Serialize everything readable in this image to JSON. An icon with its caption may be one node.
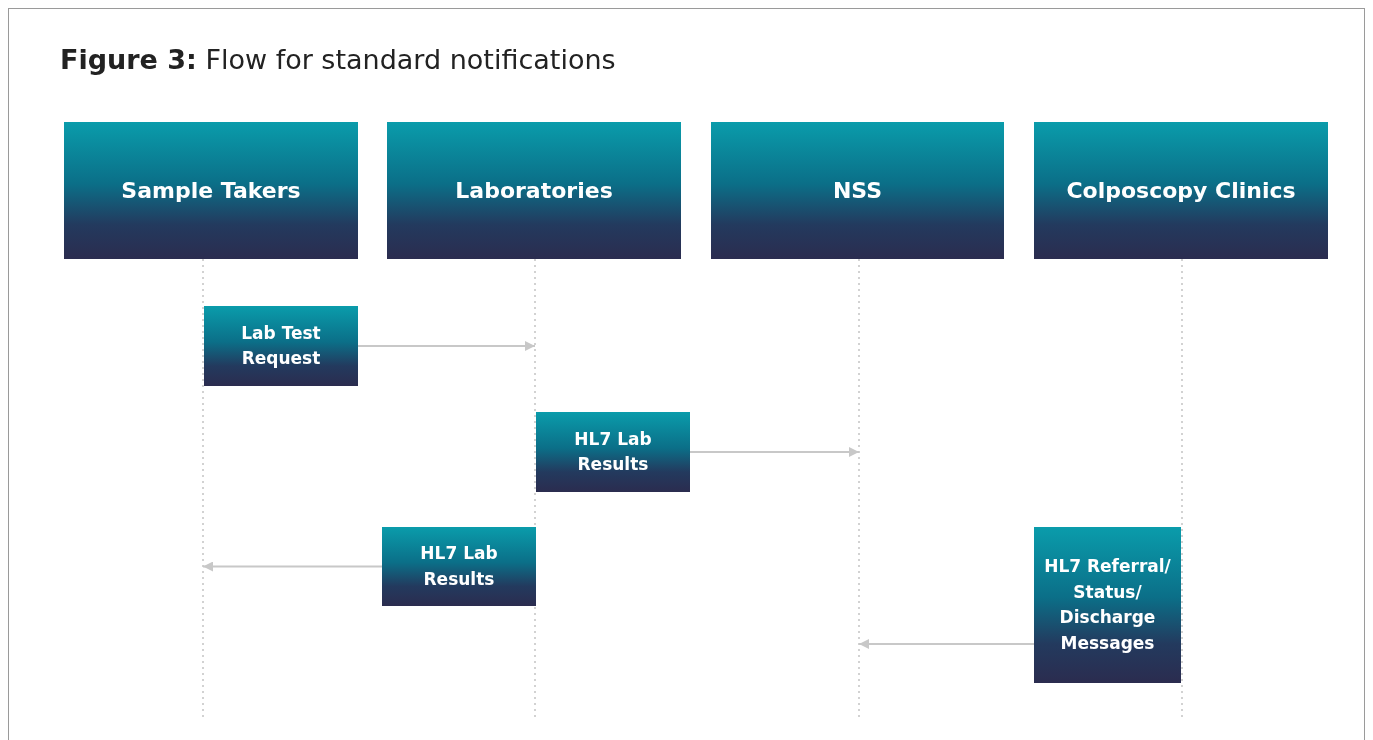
{
  "diagram": {
    "title": "Figure 3: Flow for standard notifications",
    "nodes": [
      {
        "text": [
          "Sample Takers"
        ]
      },
      {
        "text": [
          "Laboratories"
        ]
      },
      {
        "text": [
          "NSS"
        ]
      },
      {
        "text": [
          "Colposcopy Clinics"
        ]
      },
      {
        "text": [],
        "shape": "line"
      },
      {
        "text": [],
        "shape": "line"
      },
      {
        "text": [],
        "shape": "line"
      },
      {
        "text": [],
        "shape": "line"
      },
      {
        "text": [
          "Lab Test Request"
        ]
      },
      {
        "text": [
          "HL7 Lab Results"
        ]
      },
      {
        "text": [
          "HL7 Lab Results"
        ]
      },
      {
        "text": [
          "HL7 Referral/ Status/ Discharge Messages"
        ]
      }
    ],
    "edges": [
      {
        "from": 8,
        "to": 5,
        "arrow": "to"
      },
      {
        "from": 9,
        "to": 6,
        "arrow": "to"
      },
      {
        "from": 10,
        "to": 4,
        "arrow": "to"
      },
      {
        "from": 11,
        "to": 6,
        "arrow": "to"
      }
    ]
  }
}
